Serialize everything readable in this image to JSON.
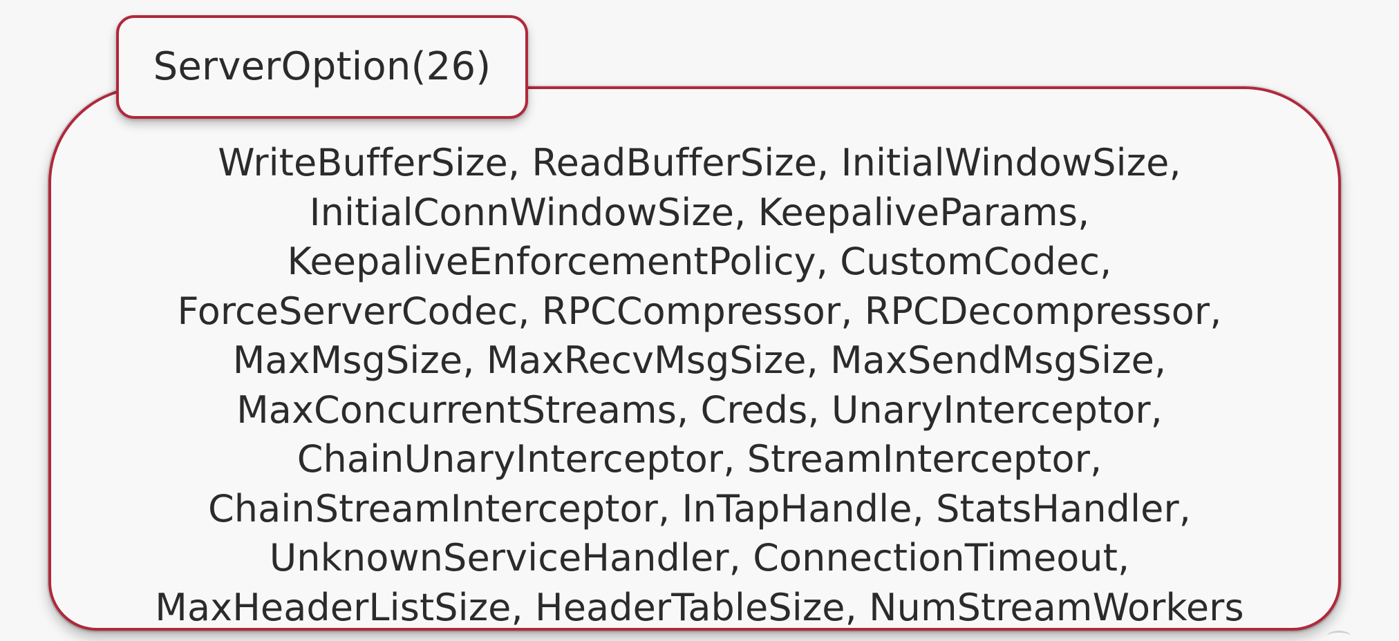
{
  "card": {
    "title": "ServerOption(26)",
    "lines": [
      "WriteBufferSize, ReadBufferSize, InitialWindowSize,",
      "InitialConnWindowSize, KeepaliveParams,",
      "KeepaliveEnforcementPolicy, CustomCodec,",
      "ForceServerCodec, RPCCompressor, RPCDecompressor,",
      "MaxMsgSize, MaxRecvMsgSize, MaxSendMsgSize,",
      "MaxConcurrentStreams, Creds, UnaryInterceptor,",
      "ChainUnaryInterceptor, StreamInterceptor,",
      "ChainStreamInterceptor, InTapHandle, StatsHandler,",
      "UnknownServiceHandler, ConnectionTimeout,",
      "MaxHeaderListSize, HeaderTableSize, NumStreamWorkers"
    ]
  },
  "colors": {
    "border": "#b0283b",
    "background": "#f8f8f8",
    "text": "#2b2b2b"
  }
}
